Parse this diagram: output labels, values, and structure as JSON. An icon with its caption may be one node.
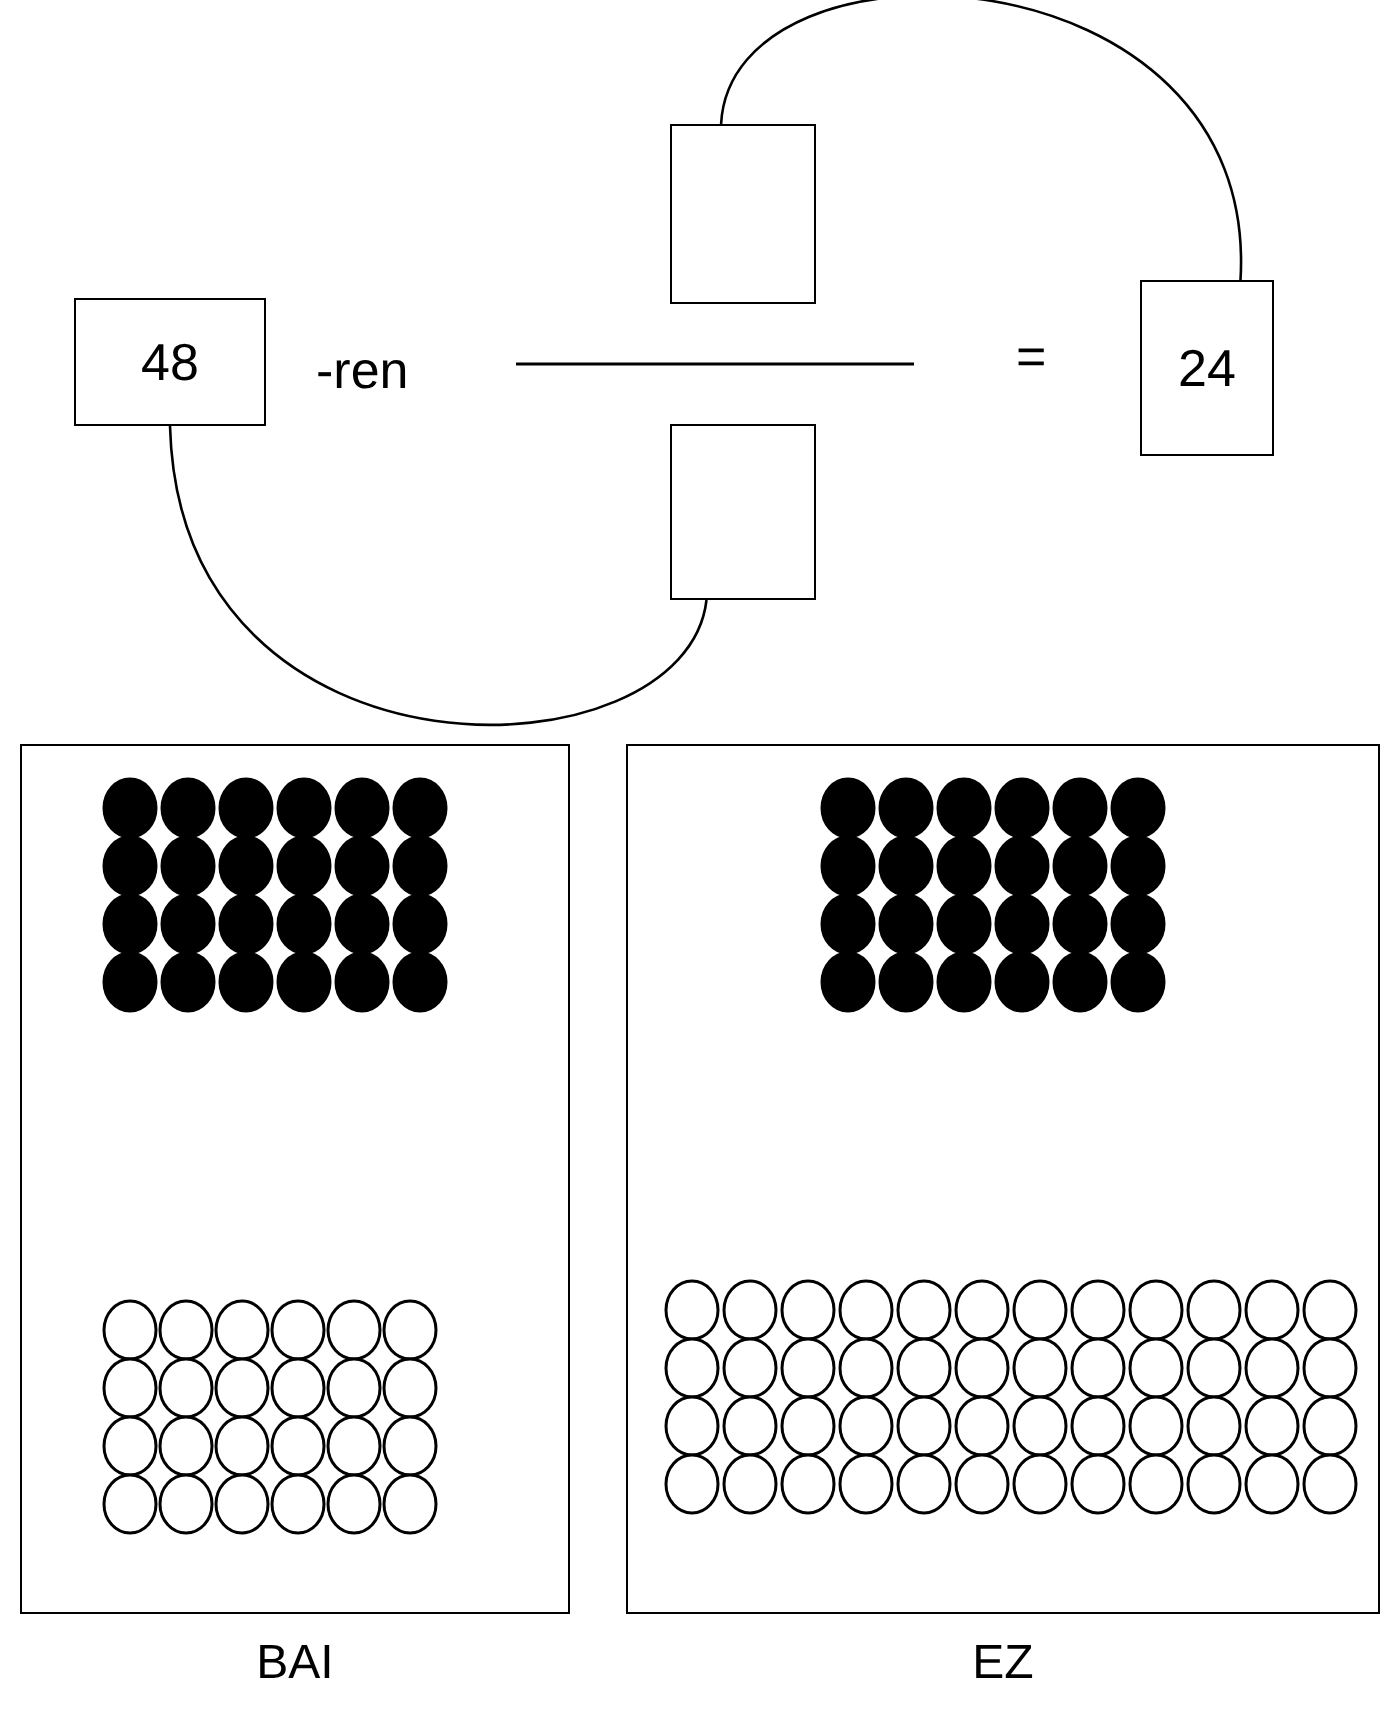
{
  "diagram": {
    "nodes": [
      {
        "text": [
          "48"
        ]
      },
      {
        "text": [],
        "shape": "box"
      },
      {
        "text": [],
        "shape": "box"
      },
      {
        "text": [
          "24"
        ]
      },
      {
        "text": [
          "BAI"
        ]
      },
      {
        "text": [
          "EZ"
        ]
      }
    ],
    "edges": [
      {
        "from": 0,
        "to": 2,
        "arrow": "none"
      },
      {
        "from": 1,
        "to": 3,
        "arrow": "none"
      }
    ],
    "labels": [
      "-ren",
      "="
    ]
  }
}
